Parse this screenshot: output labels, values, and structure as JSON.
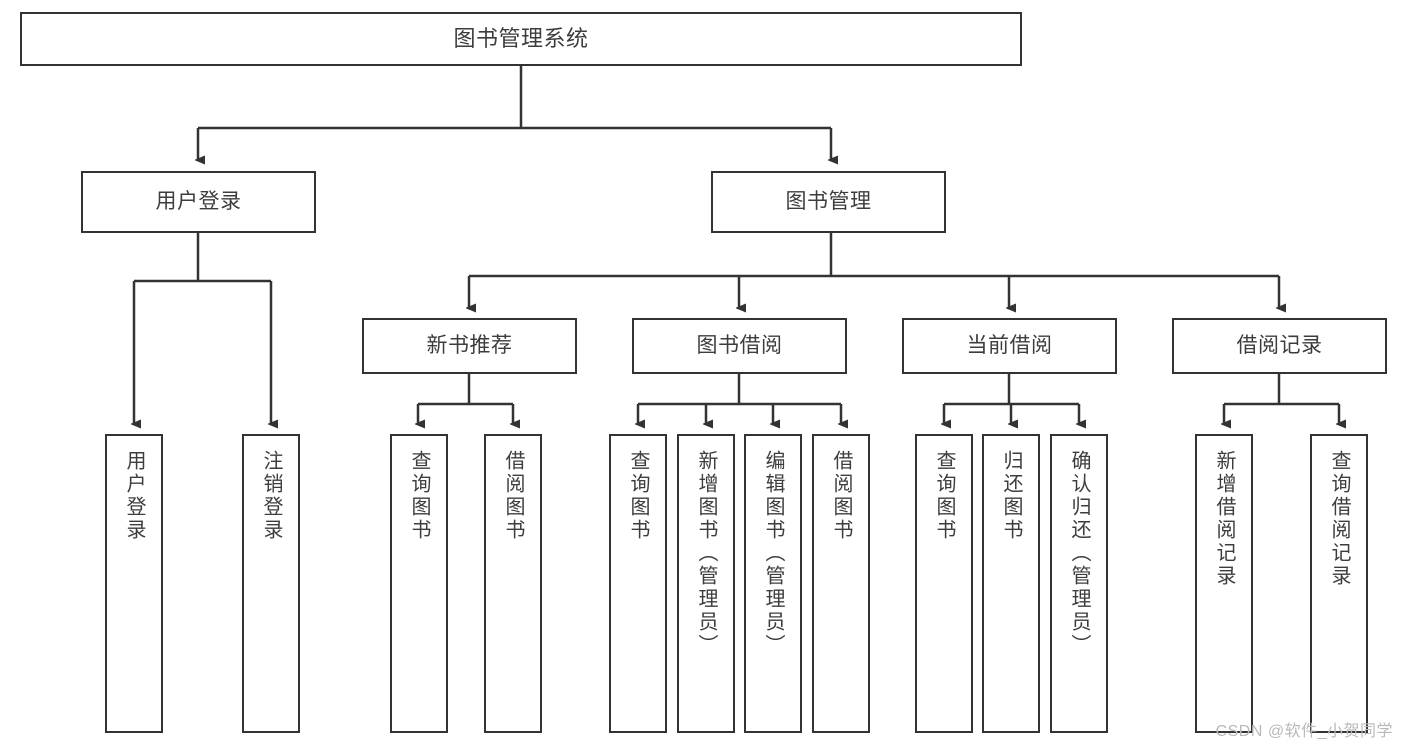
{
  "diagram": {
    "title": "图书管理系统",
    "type": "functional-hierarchy-tree",
    "watermark": "CSDN @软件_小贺同学",
    "colors": {
      "stroke": "#333333",
      "text": "#3d3d3d",
      "background": "#ffffff",
      "watermark": "#b9b9b9"
    },
    "nodes": {
      "root": {
        "label": "图书管理系统"
      },
      "level2": [
        {
          "label": "用户登录"
        },
        {
          "label": "图书管理"
        }
      ],
      "level3": [
        {
          "label": "新书推荐"
        },
        {
          "label": "图书借阅"
        },
        {
          "label": "当前借阅"
        },
        {
          "label": "借阅记录"
        }
      ],
      "leaves": {
        "user_login": [
          {
            "label": "用户登录"
          },
          {
            "label": "注销登录"
          }
        ],
        "new_book_recommend": [
          {
            "label": "查询图书"
          },
          {
            "label": "借阅图书"
          }
        ],
        "book_borrow": [
          {
            "label": "查询图书"
          },
          {
            "label": "新增图书（管理员）"
          },
          {
            "label": "编辑图书（管理员）"
          },
          {
            "label": "借阅图书"
          }
        ],
        "current_borrow": [
          {
            "label": "查询图书"
          },
          {
            "label": "归还图书"
          },
          {
            "label": "确认归还（管理员）"
          }
        ],
        "borrow_record": [
          {
            "label": "新增借阅记录"
          },
          {
            "label": "查询借阅记录"
          }
        ]
      }
    }
  }
}
